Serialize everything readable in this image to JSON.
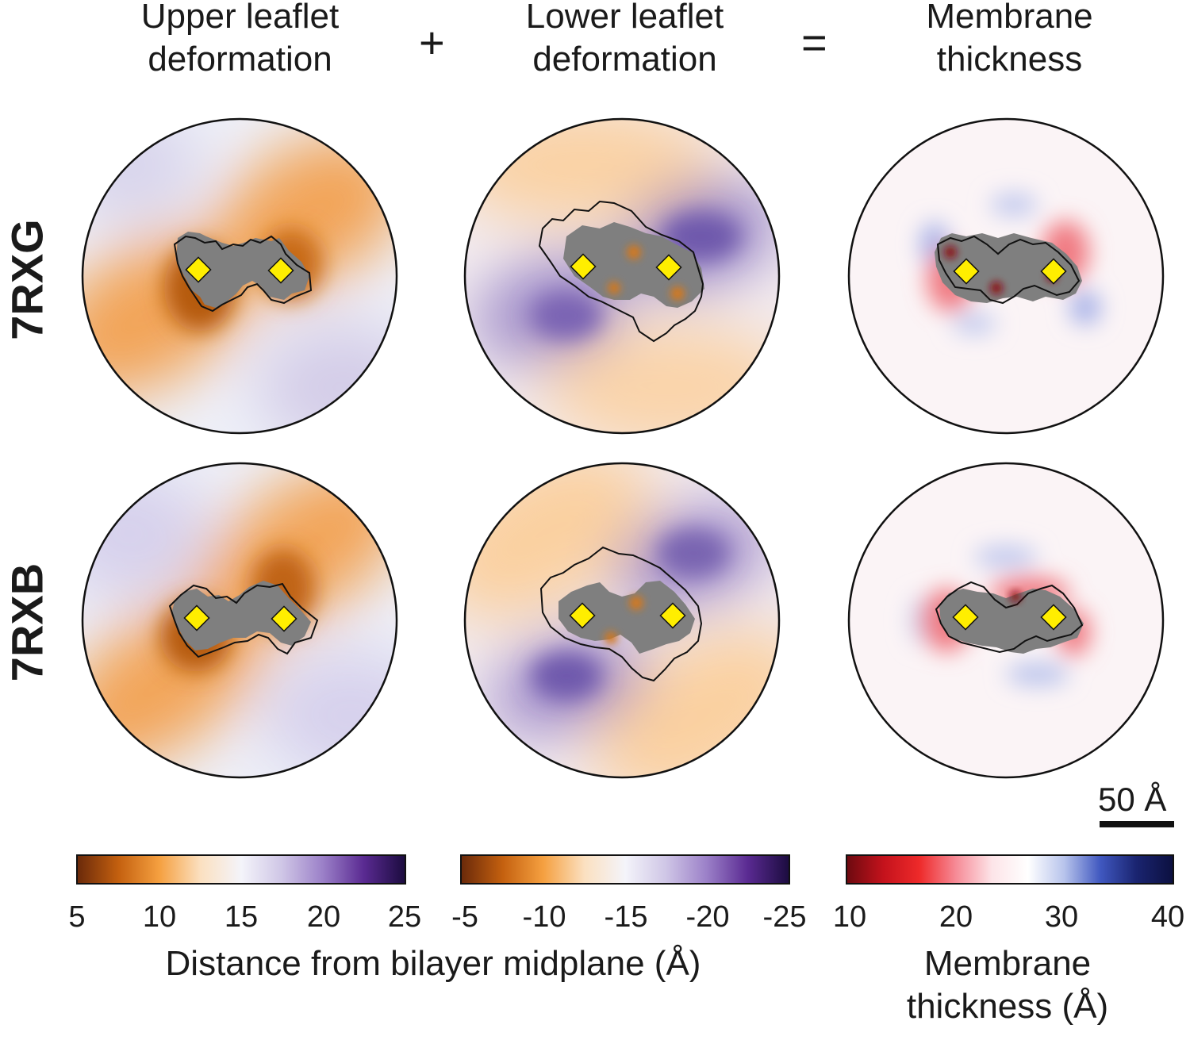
{
  "headers": {
    "col1": [
      "Upper leaflet",
      "deformation"
    ],
    "col2": [
      "Lower leaflet",
      "deformation"
    ],
    "col3": [
      "Membrane",
      "thickness"
    ],
    "plus": "+",
    "equals": "="
  },
  "rows": [
    "7RXG",
    "7RXB"
  ],
  "scale_bar": "50 Å",
  "colorbars": [
    {
      "ticks": [
        "5",
        "10",
        "15",
        "20",
        "25"
      ],
      "colors": [
        "#6b2a0a",
        "#c4600f",
        "#f5a040",
        "#fbe0c0",
        "#f4f4fa",
        "#cfc6e6",
        "#9b80c8",
        "#5a2a92",
        "#1c0c40"
      ]
    },
    {
      "ticks": [
        "-5",
        "-10",
        "-15",
        "-20",
        "-25"
      ],
      "colors": [
        "#6b2a0a",
        "#c4600f",
        "#f5a040",
        "#fbe0c0",
        "#f4f4fa",
        "#cfc6e6",
        "#9b80c8",
        "#5a2a92",
        "#1c0c40"
      ]
    },
    {
      "ticks": [
        "10",
        "20",
        "30",
        "40"
      ],
      "colors": [
        "#6e0a10",
        "#c4121c",
        "#ee2a2a",
        "#f68a96",
        "#fde4e8",
        "#ffffff",
        "#b8c4ec",
        "#4058c0",
        "#1a2470",
        "#0c1040"
      ]
    }
  ],
  "colorbar_titles": {
    "shared": "Distance from bilayer midplane (Å)",
    "thickness": [
      "Membrane",
      "thickness (Å)"
    ]
  },
  "colors": {
    "protein_gray": "#7f7f7f",
    "marker_yellow": "#ffee00",
    "orange": "#e07a10",
    "purple": "#5b3d9b",
    "red": "#e01818",
    "blue": "#4a5ed0"
  }
}
